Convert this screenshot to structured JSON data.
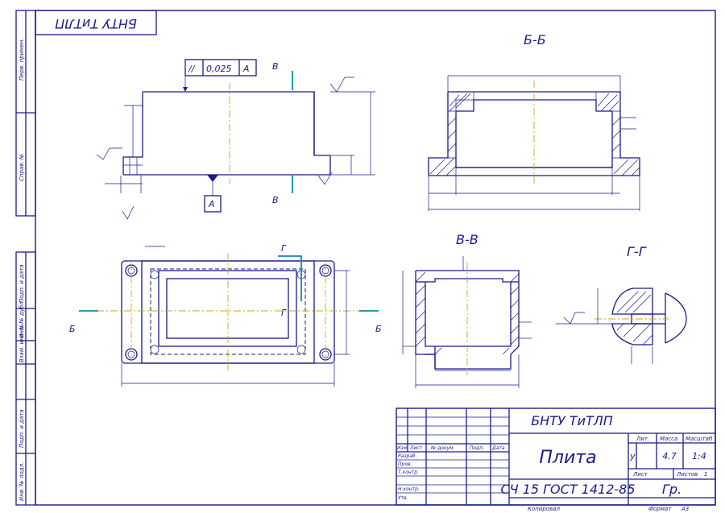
{
  "colors": {
    "line": "#1a1a8c",
    "axis": "#d4a017",
    "cut_plane": "#0a8f9a",
    "background": "#ffffff"
  },
  "stamp_code": "БНТУ ТиТЛП",
  "side_margin": [
    "Перв. примен.",
    "Справ. №",
    "Подп. и дата",
    "Инв. № дубл.",
    "Взам. инв. №",
    "Подп. и дата",
    "Инв. № подл."
  ],
  "views": {
    "section_bb": "Б-Б",
    "section_vv": "В-В",
    "section_gg": "Г-Г",
    "cut_b": "Б",
    "cut_v": "В",
    "cut_g": "Г",
    "datum": "А",
    "tolerance_symbol": "//",
    "tolerance_value": "0,025",
    "tolerance_datum": "А"
  },
  "title_block": {
    "org": "БНТУ ТиТЛП",
    "part_name": "Плита",
    "material": "СЧ 15 ГОСТ 1412-85",
    "group": "Гр.",
    "hdr_izm": "Изм.",
    "hdr_list": "Лист",
    "hdr_doc": "№ докум.",
    "hdr_sign": "Подп.",
    "hdr_date": "Дата",
    "razrab": "Разраб.",
    "prov": "Пров.",
    "tkontr": "Т.контр.",
    "nkontr": "Н.контр.",
    "utv": "Утв.",
    "lit_label": "Лит.",
    "mass_label": "Масса",
    "scale_label": "Масштаб",
    "lit_value": "у",
    "mass_value": "4.7",
    "scale_value": "1:4",
    "sheet_label": "Лист",
    "sheets_label": "Листов",
    "sheets_value": "1",
    "copied": "Копировал",
    "format_label": "Формат",
    "format_value": "А3"
  }
}
